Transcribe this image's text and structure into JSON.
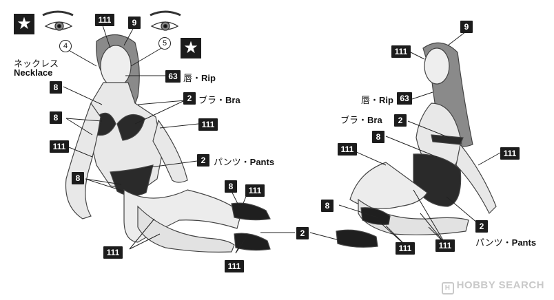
{
  "labels": {
    "necklace_jp": "ネックレス",
    "necklace_en": "Necklace",
    "lip_jp": "唇・",
    "lip_en": "Rip",
    "bra_jp": "ブラ・",
    "bra_en": "Bra",
    "pants_jp": "パンツ・",
    "pants_en": "Pants"
  },
  "codes": {
    "skin": "111",
    "hair": "9",
    "bra": "2",
    "strap": "8",
    "lip": "63",
    "eye_left": "4",
    "eye_right": "5"
  },
  "marks": {
    "star": "★"
  },
  "watermark": {
    "logo": "H",
    "text": "HOBBY SEARCH"
  }
}
